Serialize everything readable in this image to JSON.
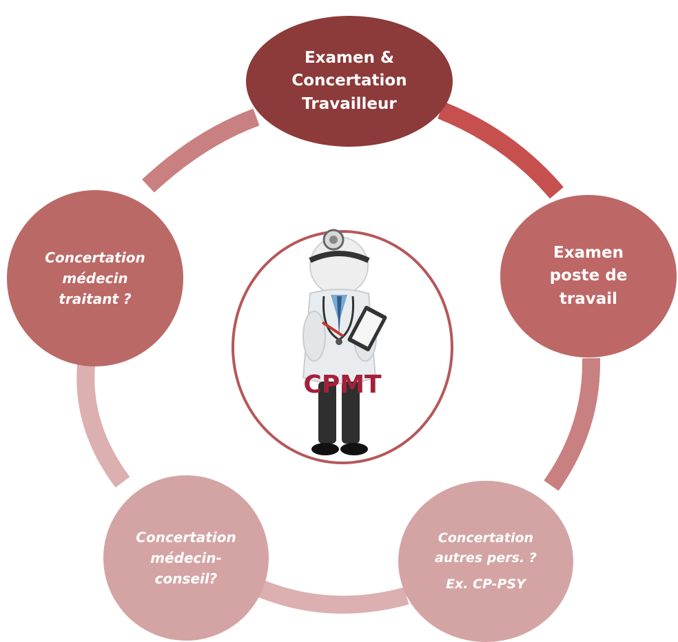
{
  "colors": {
    "top_node": "#8c3a3a",
    "mid_nodes": "#bd6866",
    "light_nodes": "#d4a4a4",
    "ring_dark": "#c5504e",
    "ring_mid": "#c98080",
    "ring_light": "#dcb0b0",
    "center_label": "#a5203a"
  },
  "nodes": {
    "top": {
      "lines": [
        "Examen &",
        "Concertation",
        "Travailleur"
      ]
    },
    "right": {
      "lines": [
        "Examen",
        "poste de",
        "travail"
      ]
    },
    "bottom_right": {
      "lines": [
        "Concertation",
        "autres pers. ?",
        "Ex. CP-PSY"
      ]
    },
    "bottom_left": {
      "lines": [
        "Concertation",
        "médecin-",
        "conseil?"
      ]
    },
    "left": {
      "lines": [
        "Concertation",
        "médecin",
        "traitant ?"
      ]
    }
  },
  "center": {
    "label": "CPMT",
    "image": "doctor-with-clipboard"
  }
}
